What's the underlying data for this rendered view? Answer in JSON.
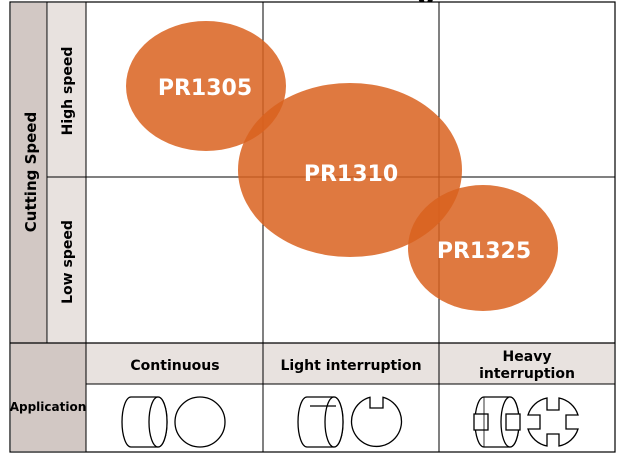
{
  "header_fragment": "y",
  "y_axis": {
    "title": "Cutting Speed",
    "levels": [
      {
        "label": "High speed"
      },
      {
        "label": "Low speed"
      }
    ]
  },
  "x_axis": {
    "row_title": "Application",
    "columns": [
      {
        "label_lines": [
          "Continuous"
        ],
        "icon": "cylinder-solid-icon"
      },
      {
        "label_lines": [
          "Light interruption"
        ],
        "icon": "cylinder-notched-icon"
      },
      {
        "label_lines": [
          "Heavy",
          "interruption"
        ],
        "icon": "cylinder-slotted-icon"
      }
    ]
  },
  "grades": [
    {
      "name": "PR1305",
      "color": "#d9621f"
    },
    {
      "name": "PR1310",
      "color": "#d9621f"
    },
    {
      "name": "PR1325",
      "color": "#d9621f"
    }
  ],
  "colors": {
    "grade_fill": "#d9621f",
    "axis_band": "#d2c8c4",
    "label_band": "#e8e2df",
    "grid": "#000000",
    "grade_text": "#ffffff"
  }
}
